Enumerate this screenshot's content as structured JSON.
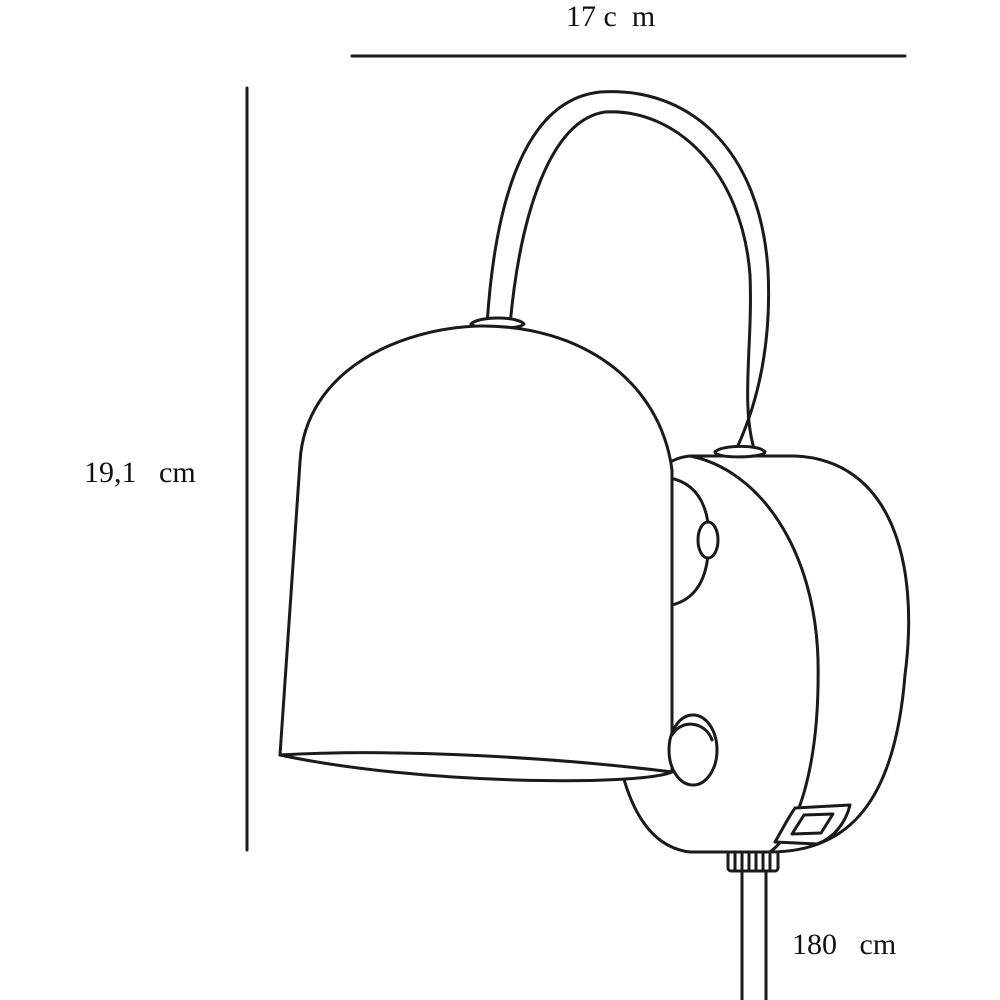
{
  "diagram": {
    "dimensions": {
      "width_label": "17 c  m",
      "height_label": "19,1   cm",
      "cable_label": "180   cm"
    },
    "colors": {
      "line": "#1a1a1a",
      "fill": "#ffffff"
    }
  }
}
